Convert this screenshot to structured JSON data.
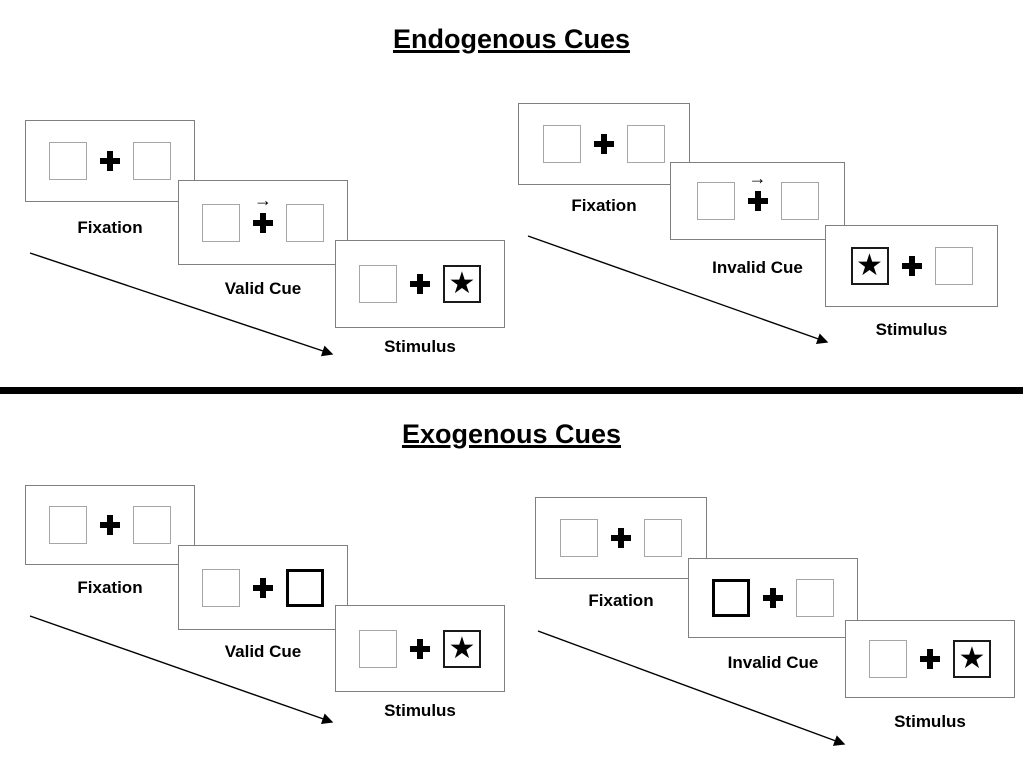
{
  "sections": [
    {
      "title": "Endogenous Cues",
      "sequences": [
        {
          "panels": [
            {
              "label": "Fixation"
            },
            {
              "label": "Valid Cue"
            },
            {
              "label": "Stimulus"
            }
          ]
        },
        {
          "panels": [
            {
              "label": "Fixation"
            },
            {
              "label": "Invalid Cue"
            },
            {
              "label": "Stimulus"
            }
          ]
        }
      ]
    },
    {
      "title": "Exogenous Cues",
      "sequences": [
        {
          "panels": [
            {
              "label": "Fixation"
            },
            {
              "label": "Valid Cue"
            },
            {
              "label": "Stimulus"
            }
          ]
        },
        {
          "panels": [
            {
              "label": "Fixation"
            },
            {
              "label": "Invalid Cue"
            },
            {
              "label": "Stimulus"
            }
          ]
        }
      ]
    }
  ],
  "glyphs": {
    "star": "★",
    "cue_arrow": "→"
  }
}
